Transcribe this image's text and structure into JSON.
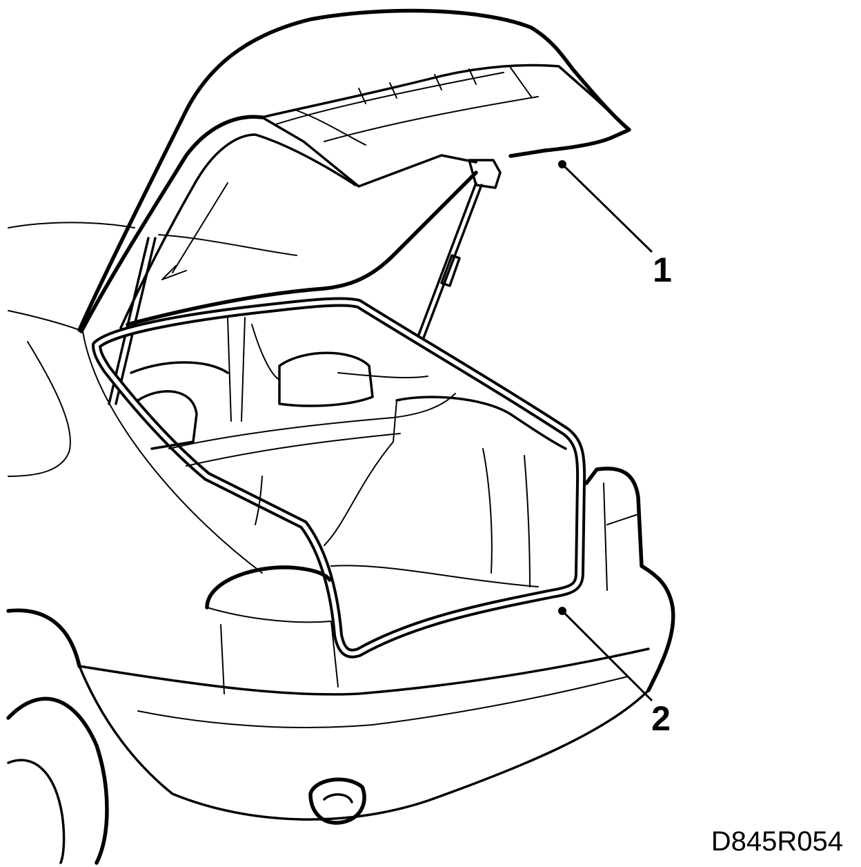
{
  "callouts": [
    {
      "label": "1"
    },
    {
      "label": "2"
    }
  ],
  "figure_code": "D845R054"
}
